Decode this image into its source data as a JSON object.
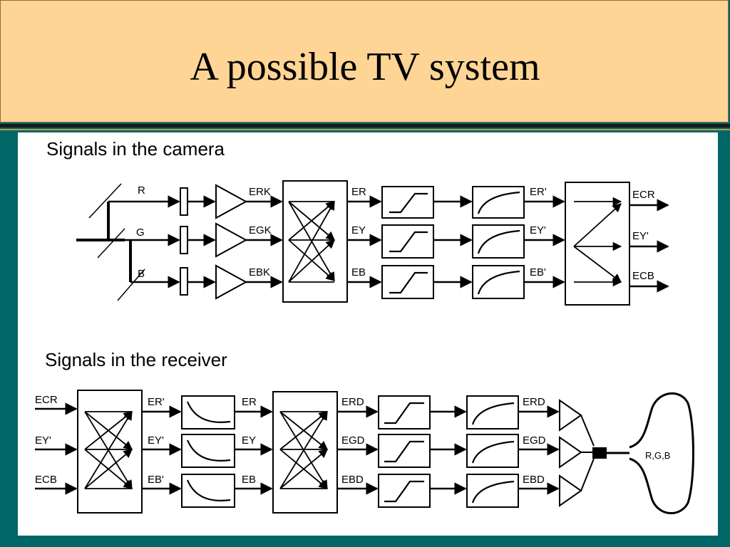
{
  "slide": {
    "title": "A possible TV system",
    "colors": {
      "background": "#006666",
      "header": "#FFD596",
      "panel": "#FFFFFF"
    }
  },
  "camera": {
    "heading": "Signals in the camera",
    "inputs": [
      "R",
      "G",
      "B"
    ],
    "amp_outputs": [
      "ERK",
      "EGK",
      "EBK"
    ],
    "matrix_outputs": [
      "ER",
      "EY",
      "EB"
    ],
    "gamma_outputs": [
      "ER'",
      "EY'",
      "EB'"
    ],
    "outputs": [
      "ECR",
      "EY'",
      "ECB"
    ]
  },
  "receiver": {
    "heading": "Signals in the receiver",
    "inputs": [
      "ECR",
      "EY'",
      "ECB"
    ],
    "matrix1_outputs": [
      "ER'",
      "EY'",
      "EB'"
    ],
    "inverse_gamma_outputs": [
      "ER",
      "EY",
      "EB"
    ],
    "matrix2_outputs": [
      "ERD",
      "EGD",
      "EBD"
    ],
    "gamma_outputs": [
      "ERD",
      "EGD",
      "EBD"
    ],
    "tube_label": "R,G,B"
  }
}
